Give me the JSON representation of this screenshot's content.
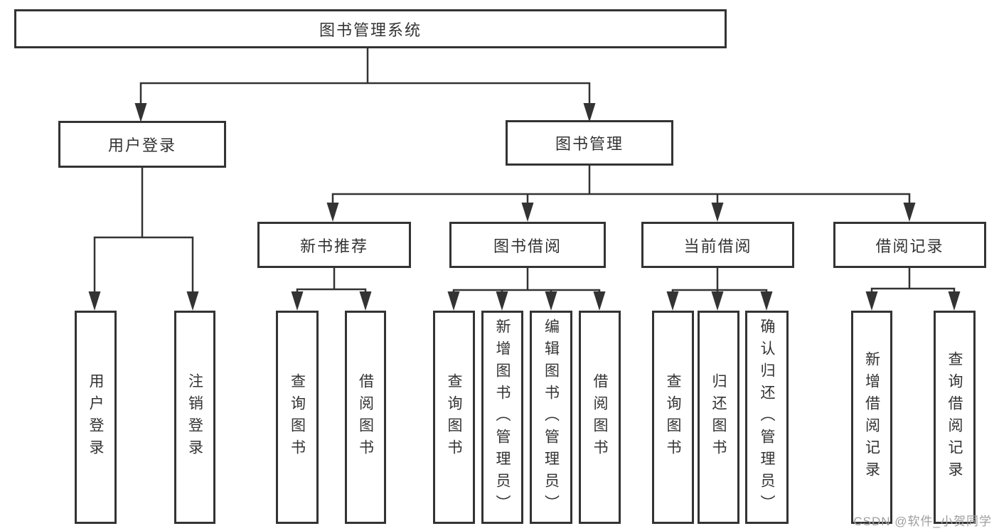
{
  "diagram": {
    "title": "图书管理系统",
    "type": "hierarchy-tree",
    "colors": {
      "line": "#333333",
      "box_border": "#333333",
      "text": "#333333",
      "watermark": "#9e9e9e",
      "background": "#ffffff"
    },
    "nodes": {
      "root": "图书管理系统",
      "user_login": "用户登录",
      "book_mgmt": "图书管理",
      "new_books": "新书推荐",
      "book_borrow": "图书借阅",
      "current_borrow": "当前借阅",
      "borrow_records": "借阅记录"
    },
    "leaves": {
      "user_login": [
        "用户登录",
        "注销登录"
      ],
      "new_books": [
        "查询图书",
        "借阅图书"
      ],
      "book_borrow": [
        "查询图书",
        "新增图书（管理员）",
        "编辑图书（管理员）",
        "借阅图书"
      ],
      "current_borrow": [
        "查询图书",
        "归还图书",
        "确认归还（管理员）"
      ],
      "borrow_records": [
        "新增借阅记录",
        "查询借阅记录"
      ]
    },
    "watermark": "CSDN @软件_小贺同学"
  }
}
